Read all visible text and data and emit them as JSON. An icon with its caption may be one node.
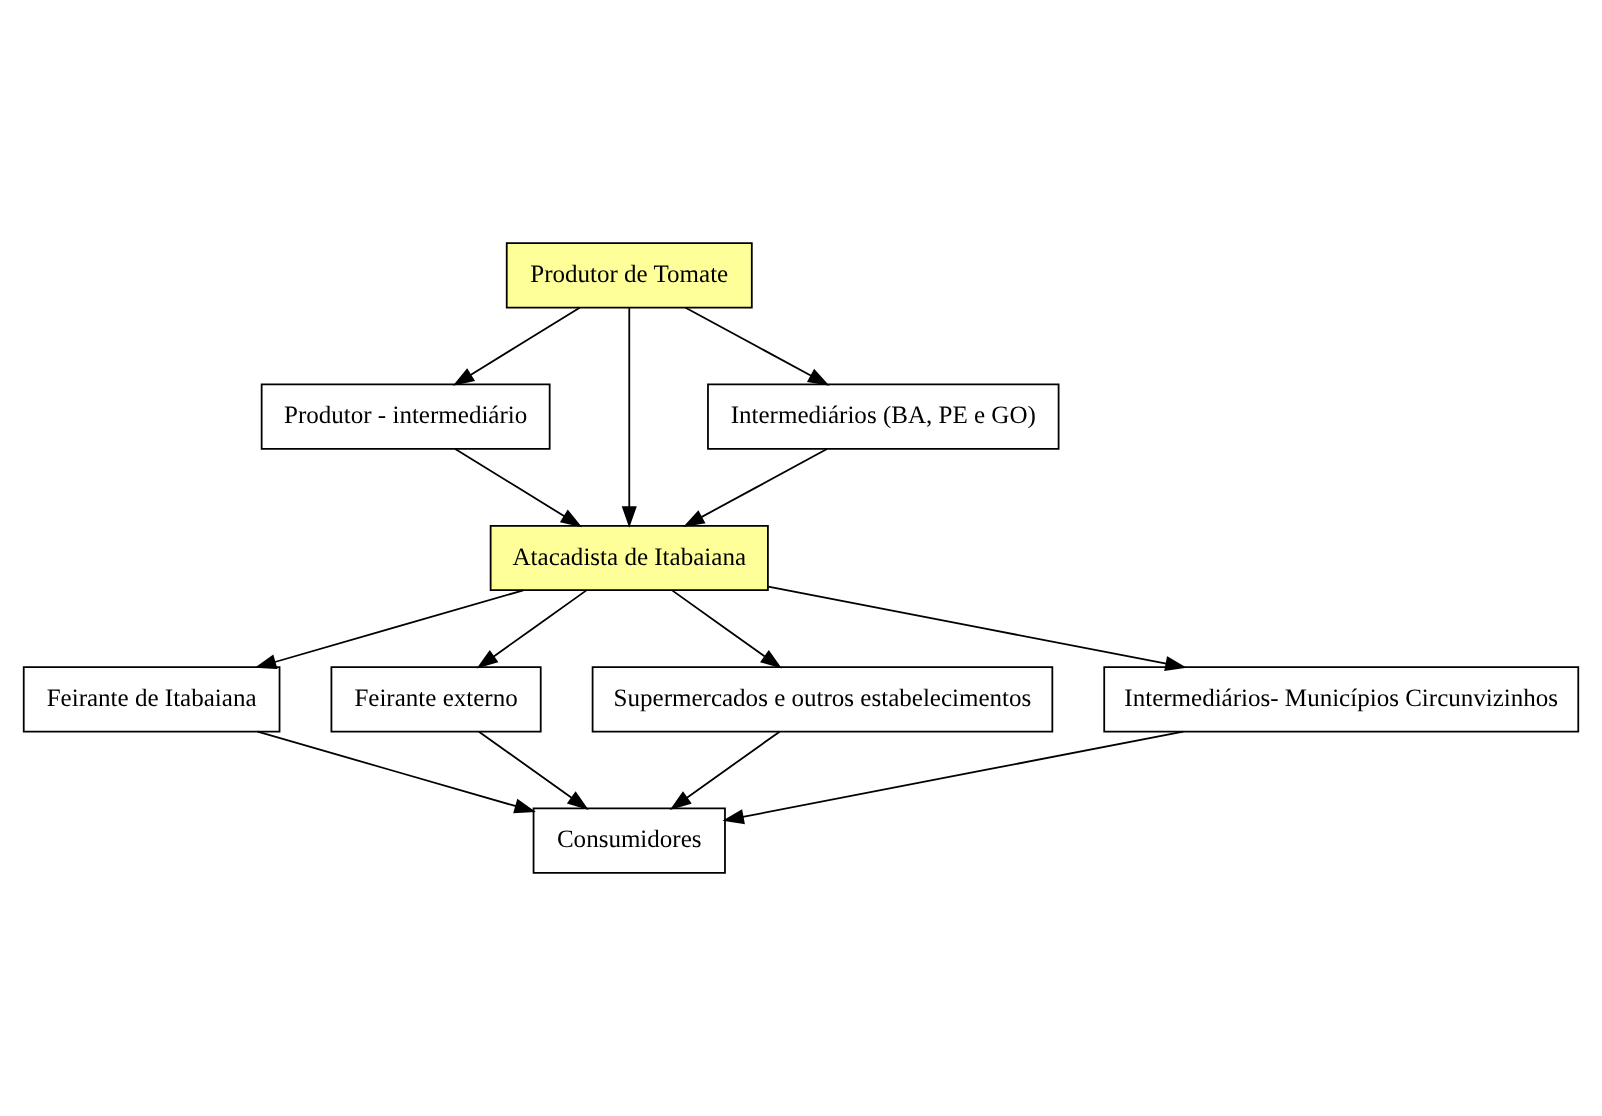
{
  "diagram": {
    "nodes": [
      {
        "text": [
          "Produtor de Tomate"
        ]
      },
      {
        "text": [
          "Produtor - intermediário"
        ]
      },
      {
        "text": [
          "Intermediários (BA, PE e GO)"
        ]
      },
      {
        "text": [
          "Atacadista de Itabaiana"
        ]
      },
      {
        "text": [
          "Feirante de Itabaiana"
        ]
      },
      {
        "text": [
          "Feirante externo"
        ]
      },
      {
        "text": [
          "Supermercados e outros estabelecimentos"
        ]
      },
      {
        "text": [
          "Intermediários- Municípios Circunvizinhos"
        ]
      },
      {
        "text": [
          "Consumidores"
        ]
      }
    ],
    "edges": [
      {
        "from": 0,
        "to": 1,
        "arrow": "to"
      },
      {
        "from": 0,
        "to": 3,
        "arrow": "to"
      },
      {
        "from": 0,
        "to": 2,
        "arrow": "to"
      },
      {
        "from": 1,
        "to": 3,
        "arrow": "to"
      },
      {
        "from": 2,
        "to": 3,
        "arrow": "to"
      },
      {
        "from": 3,
        "to": 4,
        "arrow": "to"
      },
      {
        "from": 3,
        "to": 5,
        "arrow": "to"
      },
      {
        "from": 3,
        "to": 6,
        "arrow": "to"
      },
      {
        "from": 3,
        "to": 7,
        "arrow": "to"
      },
      {
        "from": 4,
        "to": 8,
        "arrow": "to"
      },
      {
        "from": 5,
        "to": 8,
        "arrow": "to"
      },
      {
        "from": 6,
        "to": 8,
        "arrow": "to"
      },
      {
        "from": 7,
        "to": 8,
        "arrow": "to"
      }
    ]
  }
}
